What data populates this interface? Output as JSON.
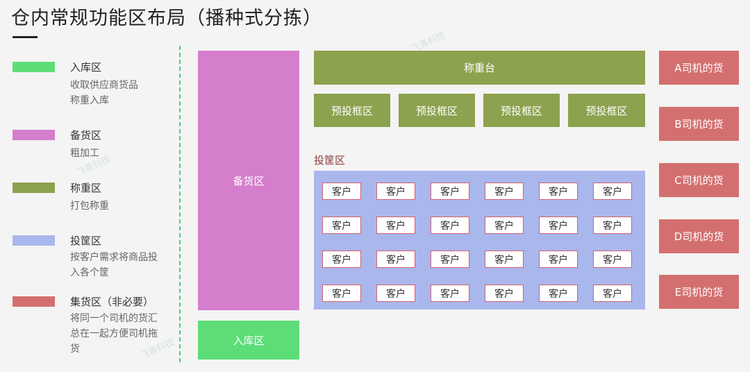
{
  "title": "仓内常规功能区布局（播种式分拣）",
  "watermark": "飞青科技",
  "colors": {
    "receiving": "#5ddd78",
    "staging": "#d57ecc",
    "weighing": "#8ca24e",
    "bins": "#aab7ec",
    "consolidation": "#d46f6f"
  },
  "legend": [
    {
      "label": "入库区",
      "desc": "收取供应商货品\n称重入库"
    },
    {
      "label": "备货区",
      "desc": "粗加工"
    },
    {
      "label": "称重区",
      "desc": "打包称重"
    },
    {
      "label": "投筐区",
      "desc": "按客户需求将商品投入各个筐"
    },
    {
      "label": "集货区（非必要）",
      "desc": "将同一个司机的货汇总在一起方便司机拖货"
    }
  ],
  "diagram": {
    "staging_area": "备货区",
    "receiving_area": "入库区",
    "weighing_station": "称重台",
    "pre_drop_bins": [
      "预投框区",
      "预投框区",
      "预投框区",
      "预投框区"
    ],
    "bin_area_label": "投筐区",
    "customer_label": "客户",
    "customer_rows": 4,
    "customer_cols": 6,
    "drivers": [
      "A司机的货",
      "B司机的货",
      "C司机的货",
      "D司机的货",
      "E司机的货"
    ]
  }
}
